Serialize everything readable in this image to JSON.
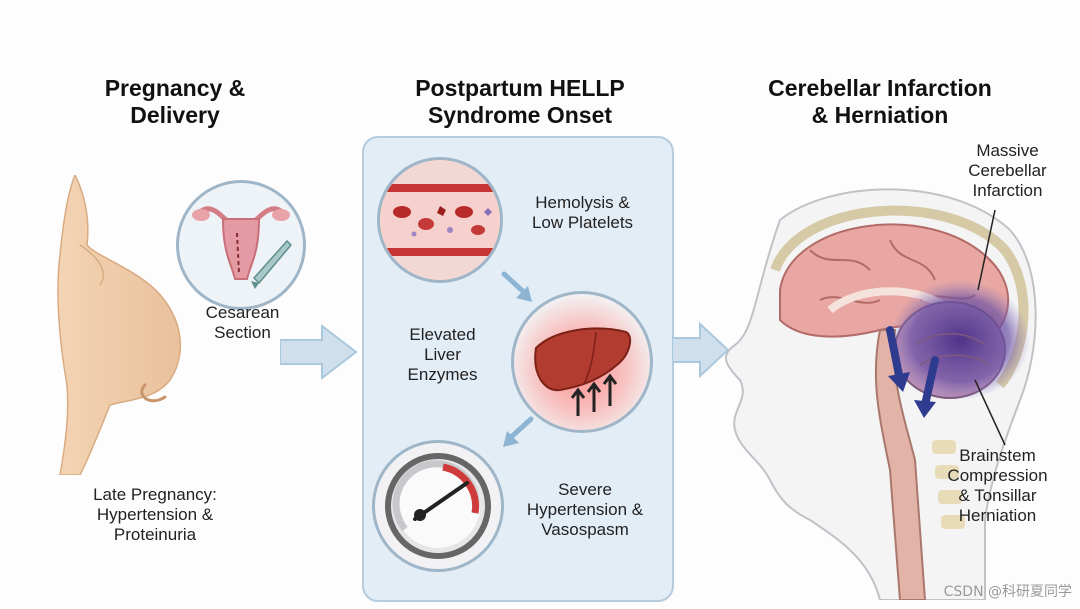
{
  "stages": [
    {
      "title_lines": [
        "Pregnancy &",
        "Delivery"
      ]
    },
    {
      "title_lines": [
        "Postpartum HELLP",
        "Syndrome Onset"
      ]
    },
    {
      "title_lines": [
        "Cerebellar Infarction",
        "& Herniation"
      ]
    }
  ],
  "labels": {
    "cesarean": [
      "Cesarean",
      "Section"
    ],
    "late_pregnancy": [
      "Late Pregnancy:",
      "Hypertension &",
      "Proteinuria"
    ],
    "hemolysis": [
      "Hemolysis &",
      "Low Platelets"
    ],
    "liver": [
      "Elevated",
      "Liver",
      "Enzymes"
    ],
    "hypertension": [
      "Severe",
      "Hypertension &",
      "Vasospasm"
    ],
    "infarction": [
      "Massive",
      "Cerebellar",
      "Infarction"
    ],
    "brainstem": [
      "Brainstem",
      "Compression",
      "& Tonsillar",
      "Herniation"
    ]
  },
  "watermark": "CSDN @科研夏同学",
  "icons": [
    "pregnant-figure-icon",
    "uterus-scalpel-icon",
    "blood-vessel-icon",
    "liver-icon",
    "gauge-icon",
    "brain-sagittal-icon",
    "flow-arrow-icon"
  ],
  "colors": {
    "panel": "#e3edf6",
    "arrow": "#a9c7dd",
    "blood": "#c93b3b",
    "infarct": "#5b3b8c"
  }
}
